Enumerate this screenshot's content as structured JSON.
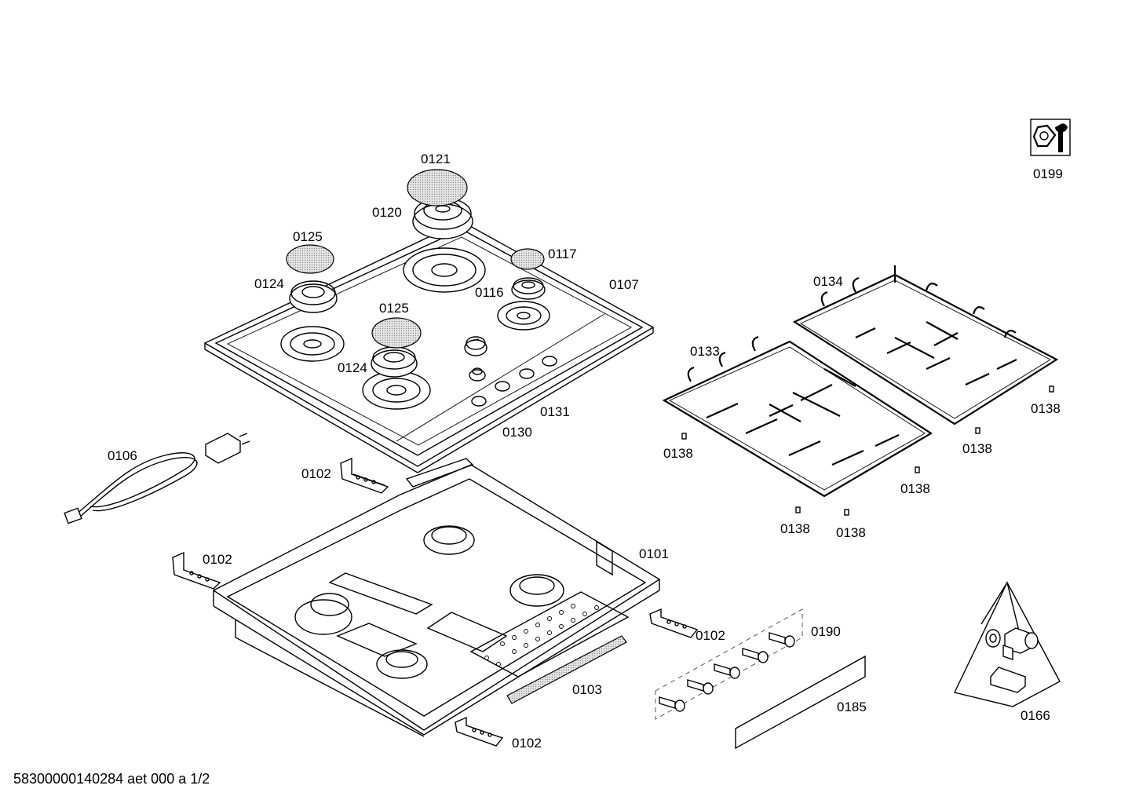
{
  "labels": {
    "p0121": "0121",
    "p0120": "0120",
    "p0125a": "0125",
    "p0125b": "0125",
    "p0117": "0117",
    "p0124a": "0124",
    "p0124b": "0124",
    "p0116": "0116",
    "p0107": "0107",
    "p0131": "0131",
    "p0130": "0130",
    "p0134": "0134",
    "p0133": "0133",
    "p0138a": "0138",
    "p0138b": "0138",
    "p0138c": "0138",
    "p0138d": "0138",
    "p0138e": "0138",
    "p0138f": "0138",
    "p0106": "0106",
    "p0102a": "0102",
    "p0102b": "0102",
    "p0102c": "0102",
    "p0102d": "0102",
    "p0101": "0101",
    "p0190": "0190",
    "p0103": "0103",
    "p0185": "0185",
    "p0166": "0166",
    "p0199": "0199"
  },
  "footer": "58300000140284 aet 000 a 1/2",
  "icons": {
    "service": "wrench-nut-icon"
  }
}
